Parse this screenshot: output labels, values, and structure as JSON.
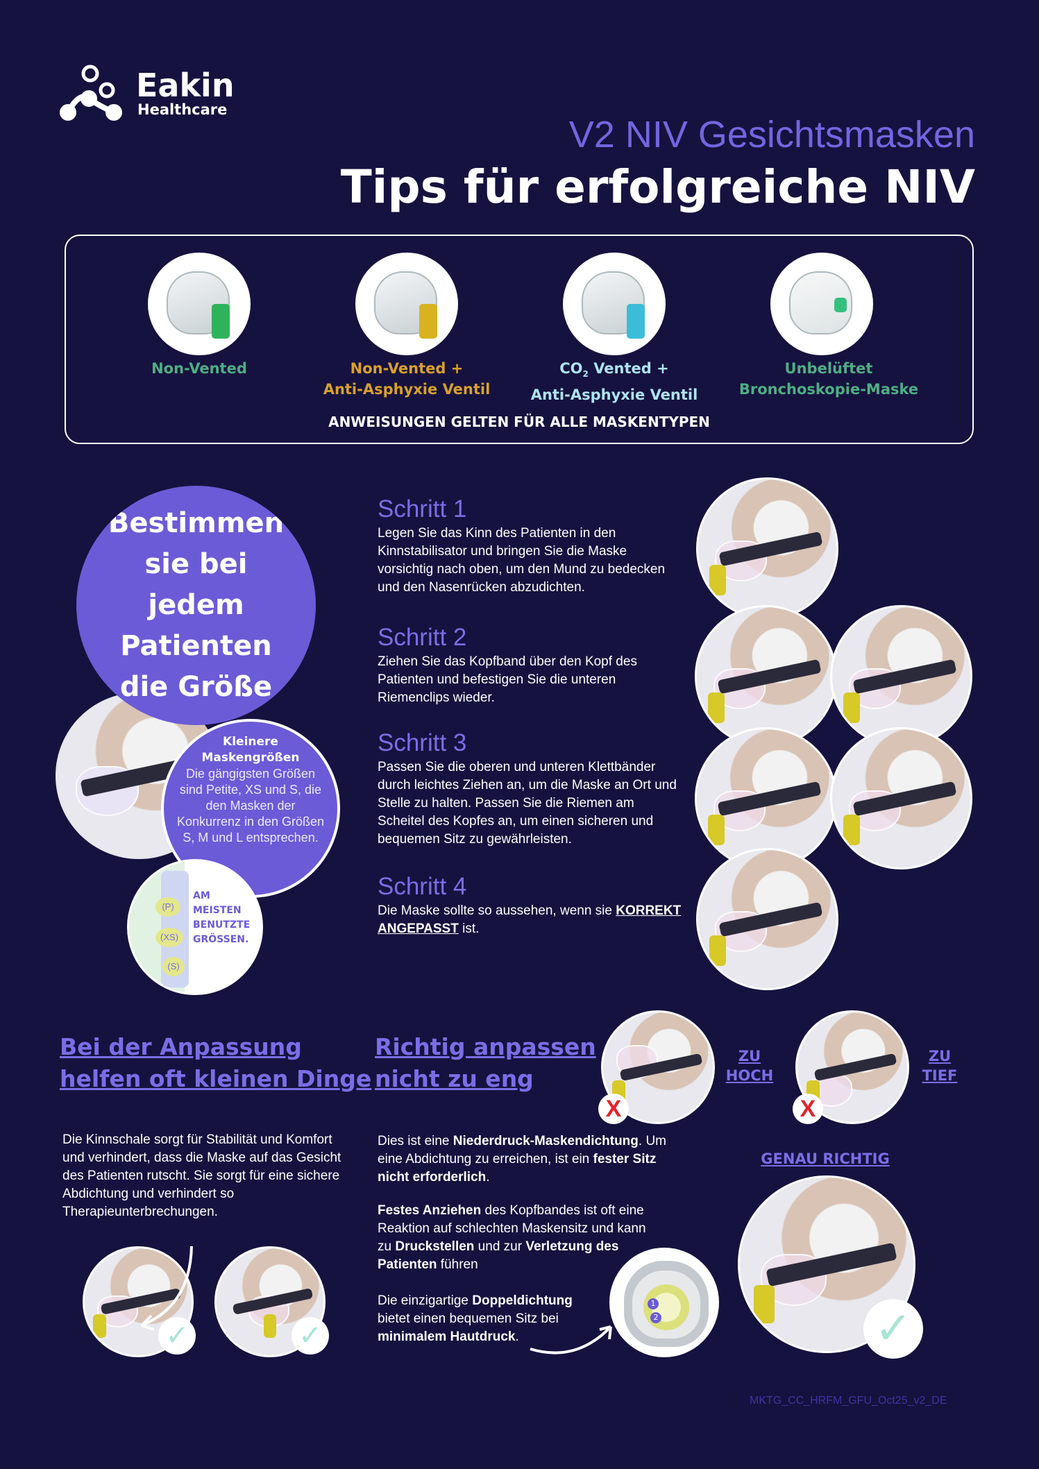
{
  "brand": {
    "name": "Eakin",
    "sub": "Healthcare"
  },
  "header": {
    "subtitle": "V2 NIV Gesichtsmasken",
    "title": "Tips für erfolgreiche NIV"
  },
  "mask_types": {
    "items": [
      {
        "line1": "Non-Vented",
        "line2": "",
        "color": "#4fae83",
        "connector": "#2fb35a"
      },
      {
        "line1": "Non-Vented +",
        "line2": "Anti-Asphyxie Ventil",
        "color": "#d9a12b",
        "connector": "#d9b21f"
      },
      {
        "line1": "CO",
        "line1_sub": "2",
        "line1_rest": " Vented +",
        "line2": "Anti-Asphyxie Ventil",
        "color": "#aee3f0",
        "connector": "#3bbcd8"
      },
      {
        "line1": "Unbelüftet",
        "line2": "Bronchoskopie-Maske",
        "color": "#4fae83",
        "connector": "#36c07e"
      }
    ],
    "note": "ANWEISUNGEN GELTEN FÜR ALLE MASKENTYPEN"
  },
  "size_section": {
    "big_circle": "Bestimmen sie bei jedem Patienten die Größe",
    "small_title": "Kleinere Maskengrößen",
    "small_text": "Die gängigsten Größen sind Petite, XS und S, die den Masken der Konkurrenz in den Größen S, M und L entsprechen.",
    "chart_label": "AM MEISTEN BENUTZTE GRÖSSEN.",
    "sizes": [
      "(P)",
      "(XS)",
      "(S)"
    ]
  },
  "steps": [
    {
      "title": "Schritt 1",
      "text": "Legen Sie das Kinn des Patienten in den Kinnstabilisator und bringen Sie die Maske vorsichtig nach oben, um den Mund zu bedecken und den Nasenrücken abzudichten."
    },
    {
      "title": "Schritt 2",
      "text": "Ziehen Sie das Kopfband über den Kopf des Patienten und befestigen Sie die unteren Riemenclips wieder."
    },
    {
      "title": "Schritt 3",
      "text": "Passen Sie die oberen und unteren Klettbänder durch leichtes Ziehen an, um die Maske an Ort und Stelle zu halten. Passen Sie die Riemen am Scheitel des Kopfes an, um einen sicheren und bequemen Sitz zu gewährleisten."
    },
    {
      "title": "Schritt 4",
      "text_pre": "Die Maske sollte so aussehen, wenn sie ",
      "text_link": "KORREKT ANGEPASST",
      "text_post": " ist."
    }
  ],
  "small_things": {
    "heading_line1": "Bei der Anpassung ",
    "heading_line2": "helfen oft kleinen Dinge",
    "text": "Die Kinnschale sorgt für Stabilität und Komfort und verhindert, dass die Maske auf das Gesicht des Patienten rutscht. Sie sorgt für eine sichere Abdichtung und verhindert so Therapieunterbrechungen."
  },
  "fit_section": {
    "heading_line1": "Richtig anpassen ",
    "heading_line2": "nicht zu eng",
    "too_high_1": "ZU",
    "too_high_2": "HOCH",
    "too_low_1": "ZU",
    "too_low_2": "TIEF",
    "x_mark": "X",
    "just_right": "GENAU RICHTIG",
    "p1_a": "Dies ist eine ",
    "p1_b": "Niederdruck-Maskendichtung",
    "p1_c": ". Um eine Abdichtung zu erreichen, ist ein ",
    "p1_d": "fester Sitz nicht erforderlich",
    "p1_e": ".",
    "p2_a": "Festes Anziehen",
    "p2_b": " des Kopfbandes ist oft eine Reaktion auf schlechten Maskensitz und kann zu ",
    "p2_c": "Druckstellen",
    "p2_d": " und zur ",
    "p2_e": "Verletzung des Patienten",
    "p2_f": " führen",
    "p3_a": "Die einzigartige ",
    "p3_b": "Doppeldichtung",
    "p3_c": " bietet einen bequemen Sitz bei ",
    "p3_d": "minimalem Hautdruck",
    "p3_e": ".",
    "seal_1": "1",
    "seal_2": "2"
  },
  "footer": {
    "code": "MKTG_CC_HRFM_GFU_Oct25_v2_DE"
  },
  "icons": {
    "check": "✓"
  }
}
